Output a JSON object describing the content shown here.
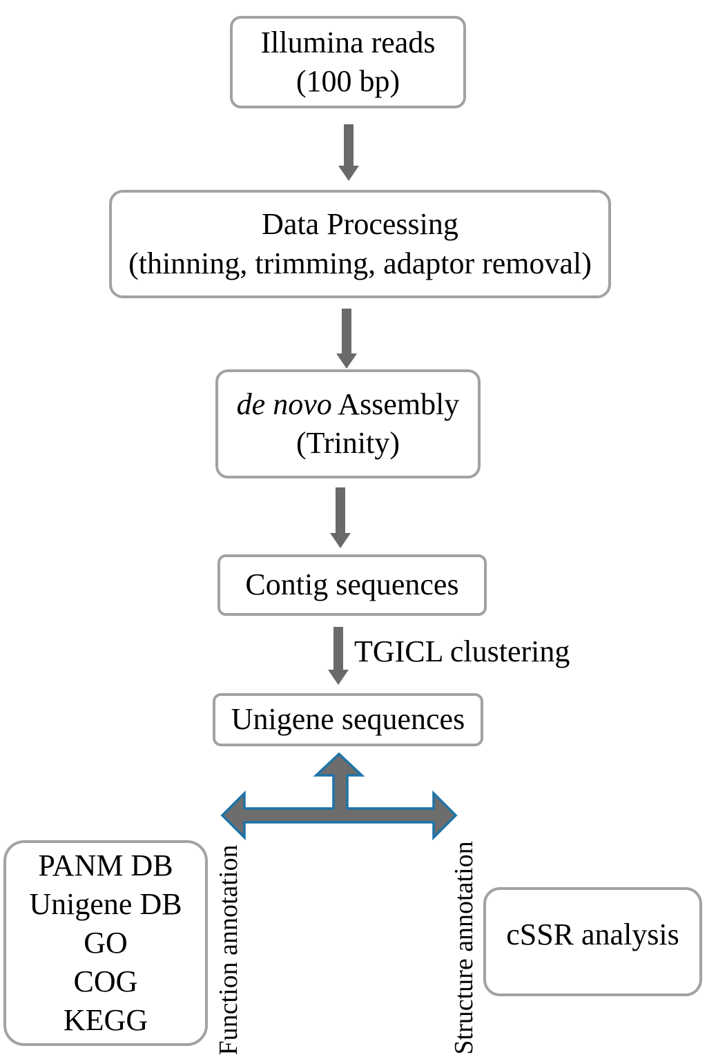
{
  "colors": {
    "box-border": "#a2a2a2",
    "arrow": "#6a6a6a",
    "tri-fill": "#6d6d6d",
    "tri-stroke": "#1e73a8",
    "text": "#000000"
  },
  "boxes": {
    "illumina": {
      "lines": [
        "Illumina reads",
        "(100 bp)"
      ]
    },
    "processing": {
      "lines": [
        "Data Processing",
        "(thinning, trimming, adaptor removal)"
      ]
    },
    "assembly": {
      "line1_italic": "de novo",
      "line1_rest": " Assembly",
      "line2": "(Trinity)"
    },
    "contig": {
      "label": "Contig sequences"
    },
    "unigene": {
      "label": "Unigene sequences"
    },
    "annotation_db": {
      "lines": [
        "PANM DB",
        "Unigene DB",
        "GO",
        "COG",
        "KEGG"
      ]
    },
    "cssr": {
      "label": "cSSR analysis"
    }
  },
  "labels": {
    "tgicl": "TGICL clustering",
    "function": "Function annotation",
    "structure": "Structure annotation"
  }
}
